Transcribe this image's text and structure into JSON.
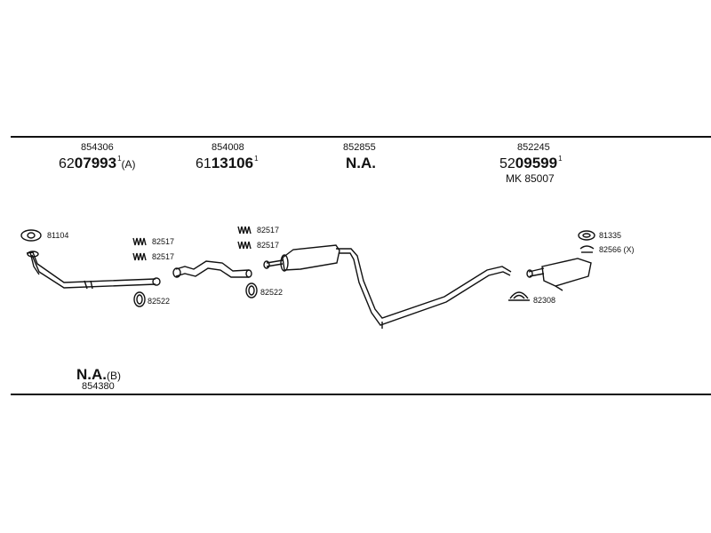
{
  "parts": {
    "col1": {
      "small": "854306",
      "prefix": "62",
      "bold": "07993",
      "sup": "1",
      "suffix": "(A)"
    },
    "col2": {
      "small": "854008",
      "prefix": "61",
      "bold": "13106",
      "sup": "1"
    },
    "col3": {
      "small": "852855",
      "bold": "N.A."
    },
    "col4": {
      "small": "852245",
      "prefix": "52",
      "bold": "09599",
      "sup": "1",
      "mk": "MK  85007"
    },
    "bottom": {
      "bold": "N.A.",
      "suffix": "(B)",
      "small": "854380"
    }
  },
  "labels": {
    "l81104": "81104",
    "l82517a": "82517",
    "l82517b": "82517",
    "l82522a": "82522",
    "l82517c": "82517",
    "l82517d": "82517",
    "l82522b": "82522",
    "l81335": "81335",
    "l82566": "82566 (X)",
    "l82308": "82308"
  }
}
